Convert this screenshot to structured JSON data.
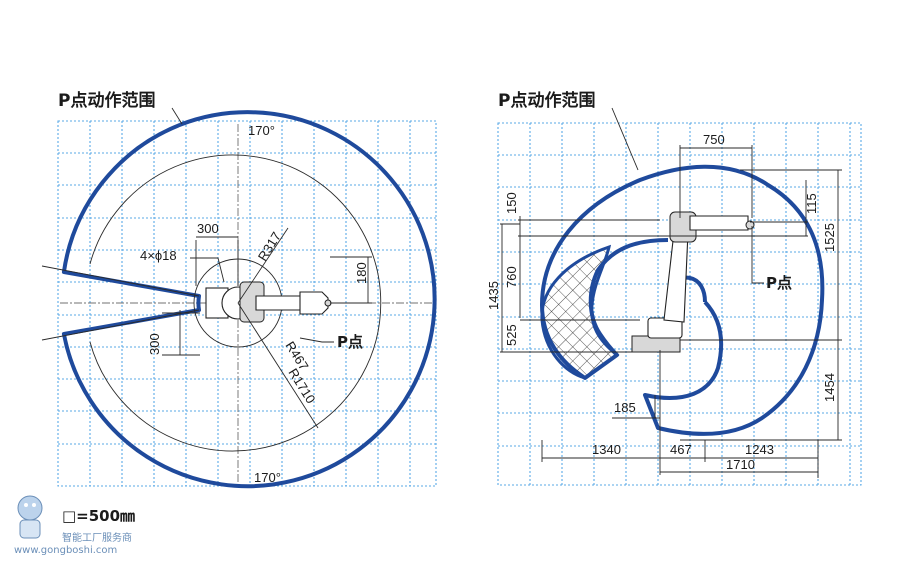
{
  "left_view": {
    "title": "P点动作范围",
    "angle_top": "170°",
    "angle_bottom": "170°",
    "dims": {
      "w300": "300",
      "holes": "4×ϕ18",
      "r317": "R317",
      "h180": "180",
      "v300": "300",
      "r467": "R467",
      "r1710": "R1710"
    },
    "p_label": "P点"
  },
  "right_view": {
    "title": "P点动作范围",
    "dims": {
      "top750": "750",
      "d150": "150",
      "d115": "115",
      "d1525": "1525",
      "d1435": "1435",
      "d760": "760",
      "d525": "525",
      "d1454": "1454",
      "d185": "185",
      "d1340": "1340",
      "d467": "467",
      "d1243": "1243",
      "d1710": "1710"
    },
    "p_label": "P点"
  },
  "scale_label": "□=500㎜",
  "watermark": {
    "chinese": "智能工厂服务商",
    "url": "www.gongboshi.com"
  },
  "colors": {
    "envelope": "#1f4a9c",
    "grid": "#5aa9e6"
  }
}
